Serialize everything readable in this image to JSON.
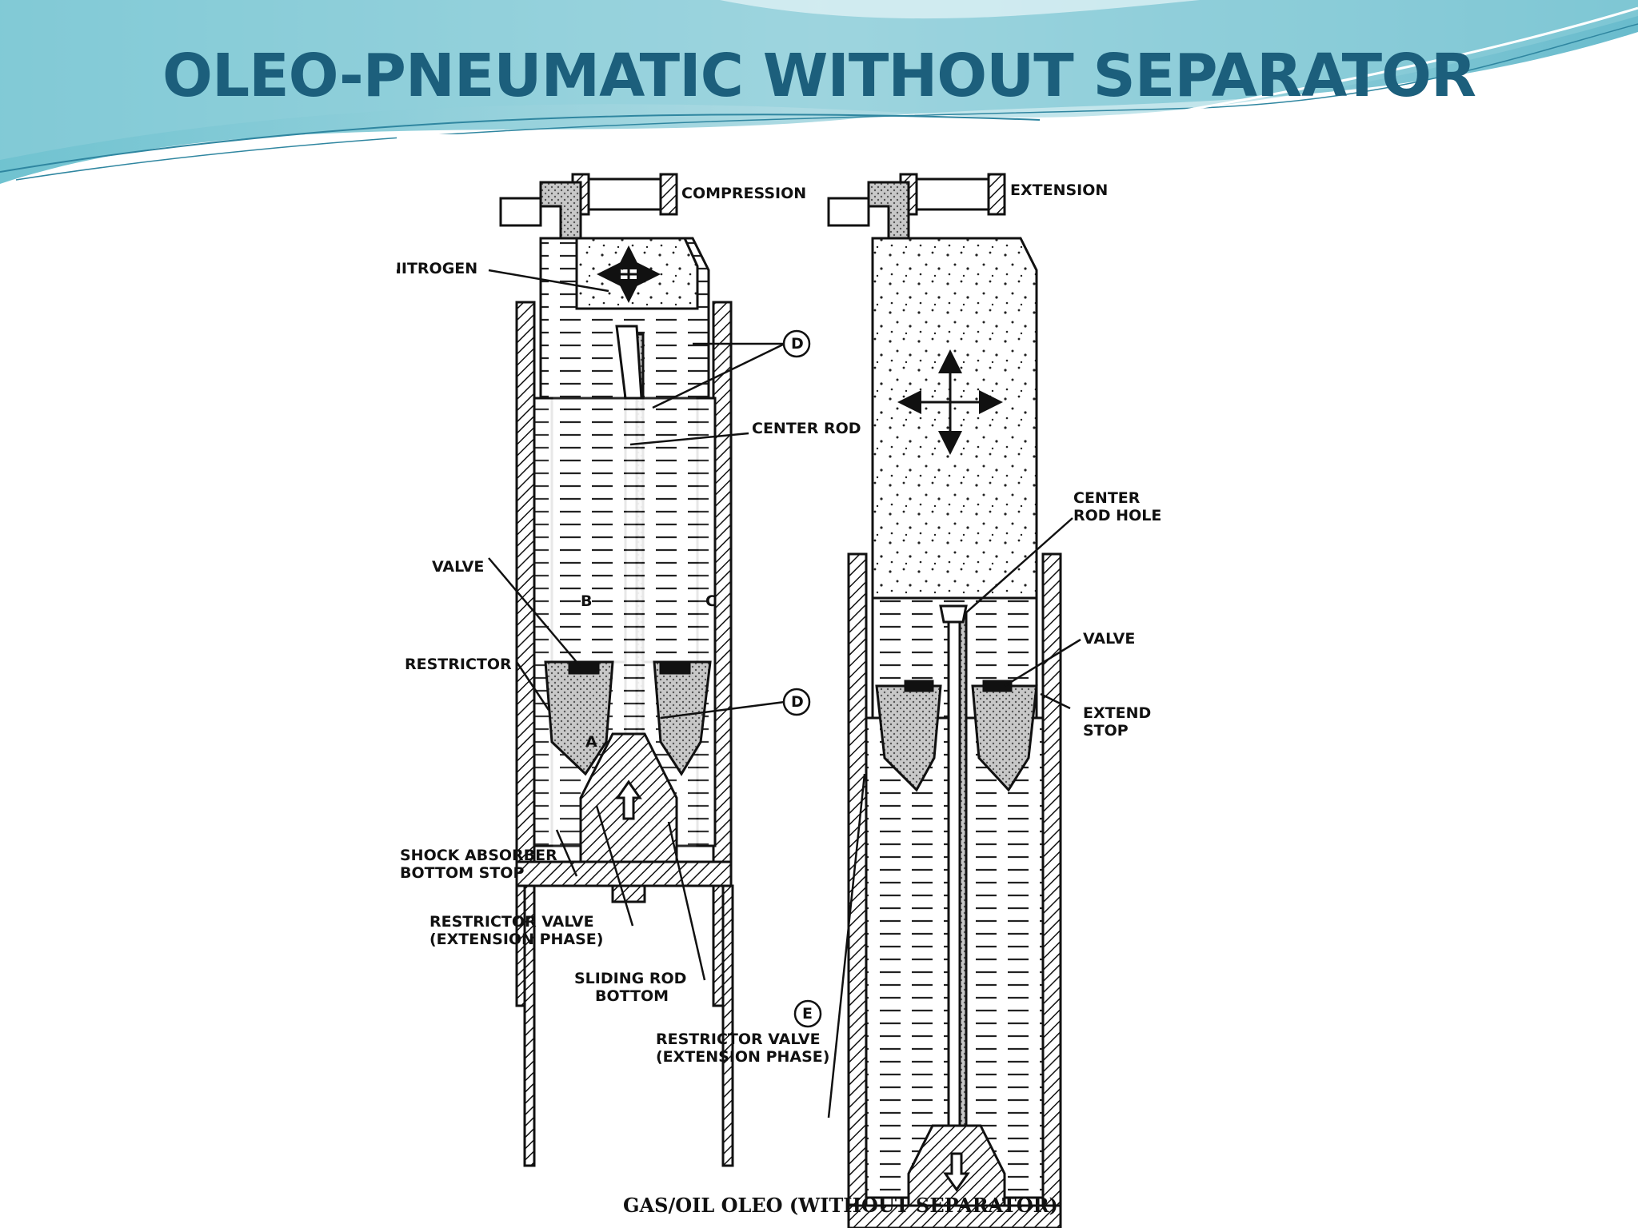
{
  "slide": {
    "title": "OLEO-PNEUMATIC WITHOUT SEPARATOR"
  },
  "figure": {
    "caption": "GAS/OIL OLEO (WITHOUT SEPARATOR)",
    "left_panel": {
      "heading": "COMPRESSION",
      "labels": {
        "nitrogen": "NITROGEN",
        "center_rod": "CENTER ROD",
        "valve": "VALVE",
        "restrictor": "RESTRICTOR",
        "shock_absorber_1": "SHOCK ABSORBER",
        "shock_absorber_2": "BOTTOM STOP",
        "restrictor_valve_1": "RESTRICTOR VALVE",
        "restrictor_valve_2": "(EXTENSION PHASE)",
        "sliding_rod_1": "SLIDING ROD",
        "sliding_rod_2": "BOTTOM",
        "marker_d1": "D",
        "marker_d2": "D",
        "letter_a": "A",
        "letter_b": "B",
        "letter_c": "C"
      }
    },
    "right_panel": {
      "heading": "EXTENSION",
      "labels": {
        "center_rod_hole_1": "CENTER",
        "center_rod_hole_2": "ROD HOLE",
        "valve": "VALVE",
        "extend_stop_1": "EXTEND",
        "extend_stop_2": "STOP",
        "marker_e": "E",
        "restrictor_valve_1": "RESTRICTOR VALVE",
        "restrictor_valve_2": "(EXTENSION PHASE)"
      }
    }
  },
  "colors": {
    "title": "#1c5f7c",
    "banner_light": "#a8dbe3",
    "banner_mid": "#5fb8c9",
    "banner_dark": "#2b8fa5"
  }
}
